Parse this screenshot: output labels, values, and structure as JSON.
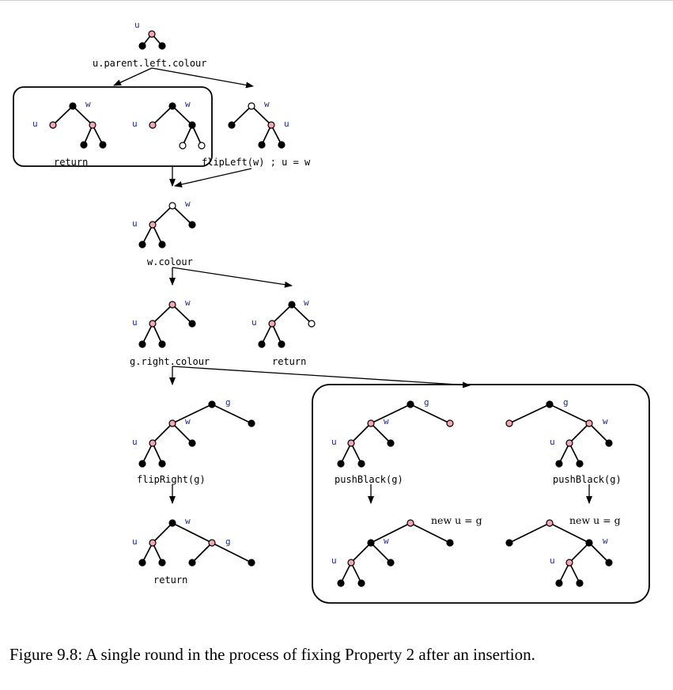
{
  "caption": "Figure 9.8: A single round in the process of fixing Property 2 after an insertion.",
  "vars": {
    "u": "u",
    "w": "w",
    "g": "g"
  },
  "labels": {
    "test_parent_left": "u.parent.left.colour",
    "return": "return",
    "flip_left": "flipLeft(w) ; u = w",
    "test_w_colour": "w.colour",
    "test_g_right": "g.right.colour",
    "flip_right": "flipRight(g)",
    "push_black": "pushBlack(g)",
    "new_u": "new u = g"
  },
  "colors": {
    "red": "#f2a7b3",
    "black": "#000000",
    "white": "#ffffff",
    "variable": "#1f2a8a"
  }
}
